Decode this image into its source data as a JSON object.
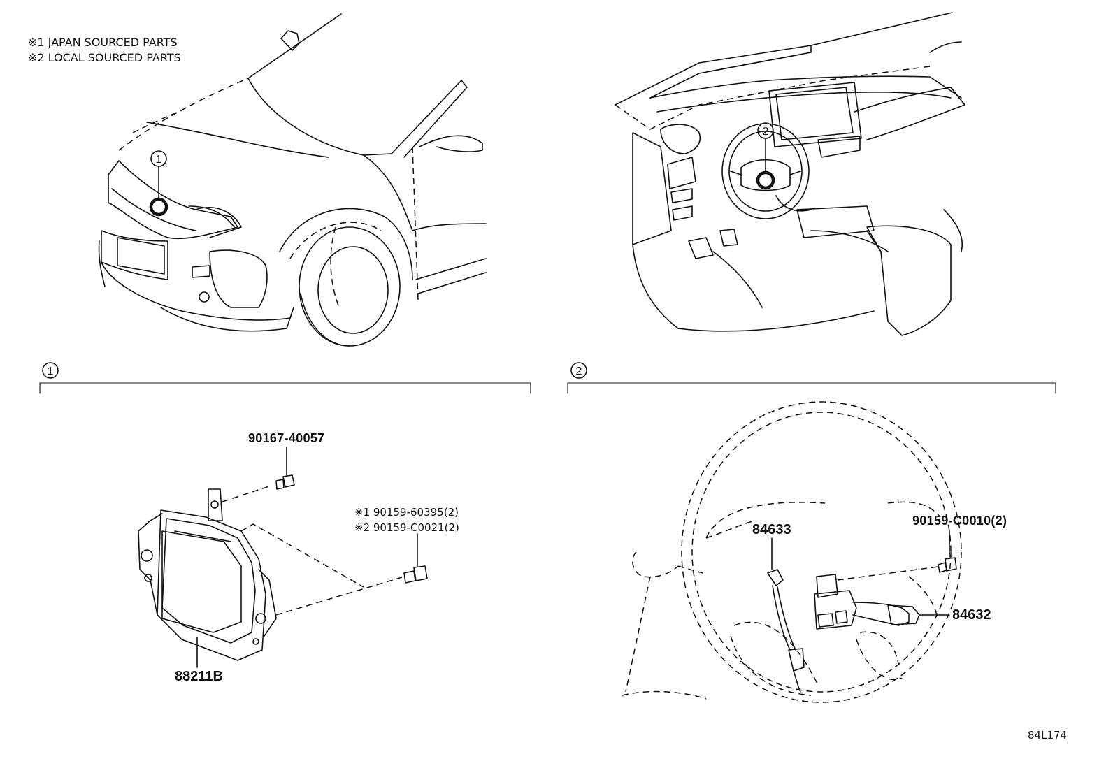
{
  "notes": {
    "note1": "※1 JAPAN SOURCED PARTS",
    "note2": "※2 LOCAL SOURCED PARTS"
  },
  "callouts": {
    "loc1": "1",
    "loc2": "2",
    "section1": "1",
    "section2": "2"
  },
  "parts": {
    "p_90167": "90167-40057",
    "p_90159_60395": "※1 90159-60395(2)",
    "p_90159_C0021": "※2 90159-C0021(2)",
    "p_88211B": "88211B",
    "p_84633": "84633",
    "p_90159_C0010": "90159-C0010(2)",
    "p_84632": "84632"
  },
  "diagram_code": "84L174"
}
